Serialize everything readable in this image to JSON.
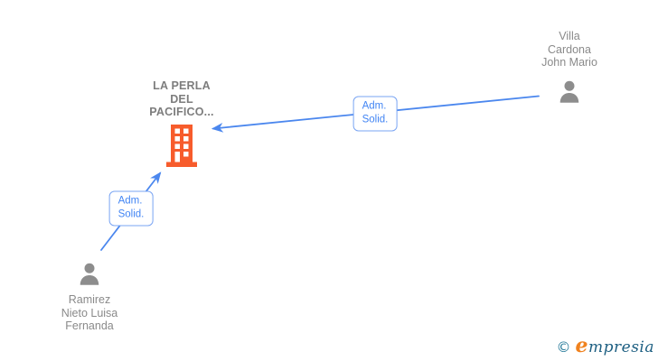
{
  "canvas": {
    "background": "#ffffff"
  },
  "nodes": {
    "company": {
      "label_lines": [
        "LA PERLA",
        "DEL",
        "PACIFICO..."
      ],
      "icon": "building-icon",
      "icon_color": "#f75c2c",
      "text_color": "#7d7d7d"
    },
    "person_top_right": {
      "label_lines": [
        "Villa",
        "Cardona",
        "John Mario"
      ],
      "icon": "person-icon",
      "icon_color": "#8d8d8d",
      "text_color": "#8a8a8a"
    },
    "person_bottom_left": {
      "label_lines": [
        "Ramirez",
        "Nieto Luisa",
        "Fernanda"
      ],
      "icon": "person-icon",
      "icon_color": "#8d8d8d",
      "text_color": "#8a8a8a"
    }
  },
  "edges": [
    {
      "from": "person_top_right",
      "to": "company",
      "label_lines": [
        "Adm.",
        "Solid."
      ],
      "line_color": "#4b87ee",
      "label_text_color": "#4285f4",
      "label_border_color": "#7aa5f3"
    },
    {
      "from": "person_bottom_left",
      "to": "company",
      "label_lines": [
        "Adm.",
        "Solid."
      ],
      "line_color": "#4b87ee",
      "label_text_color": "#4285f4",
      "label_border_color": "#7aa5f3"
    }
  ],
  "watermark": {
    "copyright": "©",
    "brand_initial": "e",
    "brand_rest": "mpresia",
    "copyright_color": "#2b7d9c",
    "initial_color": "#f0821e",
    "brand_color": "#1d5f82"
  }
}
